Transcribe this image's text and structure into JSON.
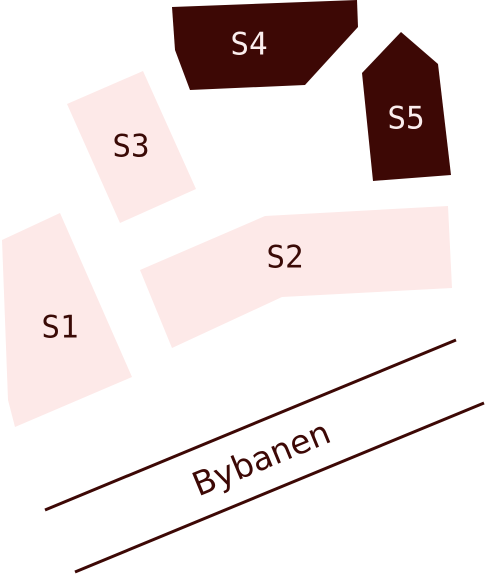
{
  "colors": {
    "light_plot": "#fde9e8",
    "dark_plot": "#3d0805",
    "light_label": "#3a0a06",
    "dark_label": "#fbeeee",
    "track": "#3d0805"
  },
  "plots": [
    {
      "id": "S1",
      "label": "S1",
      "style": "light"
    },
    {
      "id": "S2",
      "label": "S2",
      "style": "light"
    },
    {
      "id": "S3",
      "label": "S3",
      "style": "light"
    },
    {
      "id": "S4",
      "label": "S4",
      "style": "dark"
    },
    {
      "id": "S5",
      "label": "S5",
      "style": "dark"
    }
  ],
  "railway": {
    "label": "Bybanen"
  }
}
